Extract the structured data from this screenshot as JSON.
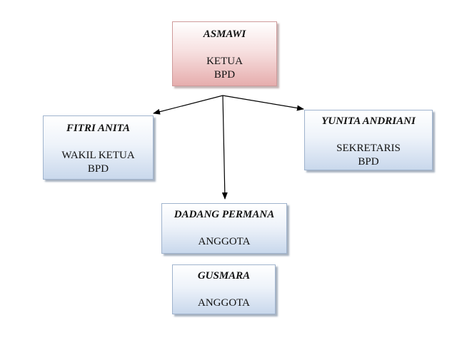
{
  "nodes": {
    "asmawi": {
      "name": "ASMAWI",
      "role_line1": "KETUA",
      "role_line2": "BPD"
    },
    "fitri": {
      "name": "FITRI ANITA",
      "role_line1": "WAKIL KETUA",
      "role_line2": "BPD"
    },
    "yunita": {
      "name": "YUNITA ANDRIANI",
      "role_line1": "SEKRETARIS",
      "role_line2": "BPD"
    },
    "dadang": {
      "name": "DADANG PERMANA",
      "role_line1": "ANGGOTA"
    },
    "gusmara": {
      "name": "GUSMARA",
      "role_line1": "ANGGOTA"
    }
  },
  "colors": {
    "root_fill": "#e6adad",
    "member_fill": "#c9d8ec",
    "connector": "#000000"
  },
  "edges": [
    {
      "from": "asmawi",
      "to": "fitri"
    },
    {
      "from": "asmawi",
      "to": "yunita"
    },
    {
      "from": "asmawi",
      "to": "dadang"
    }
  ]
}
